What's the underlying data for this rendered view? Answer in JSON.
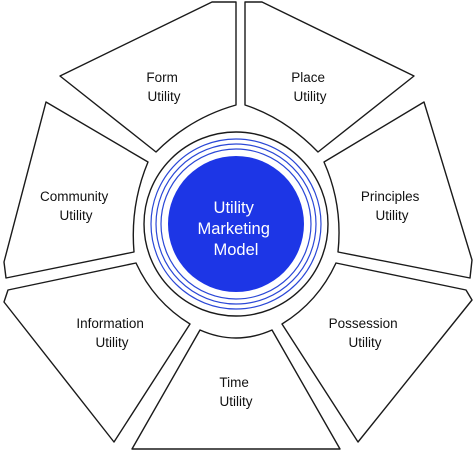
{
  "center": {
    "lines": [
      "Utility",
      "Marketing",
      "Model"
    ]
  },
  "segments": [
    {
      "id": "form",
      "lines": [
        "Form",
        "Utility"
      ]
    },
    {
      "id": "place",
      "lines": [
        "Place",
        "Utility"
      ]
    },
    {
      "id": "principles",
      "lines": [
        "Principles",
        "Utility"
      ]
    },
    {
      "id": "possession",
      "lines": [
        "Possession",
        "Utility"
      ]
    },
    {
      "id": "time",
      "lines": [
        "Time",
        "Utility"
      ]
    },
    {
      "id": "information",
      "lines": [
        "Information",
        "Utility"
      ]
    },
    {
      "id": "community",
      "lines": [
        "Community",
        "Utility"
      ]
    }
  ],
  "colors": {
    "center_fill": "#1d36e6",
    "ring_blue": "#2a47d6",
    "outline": "#1a1a1a"
  }
}
